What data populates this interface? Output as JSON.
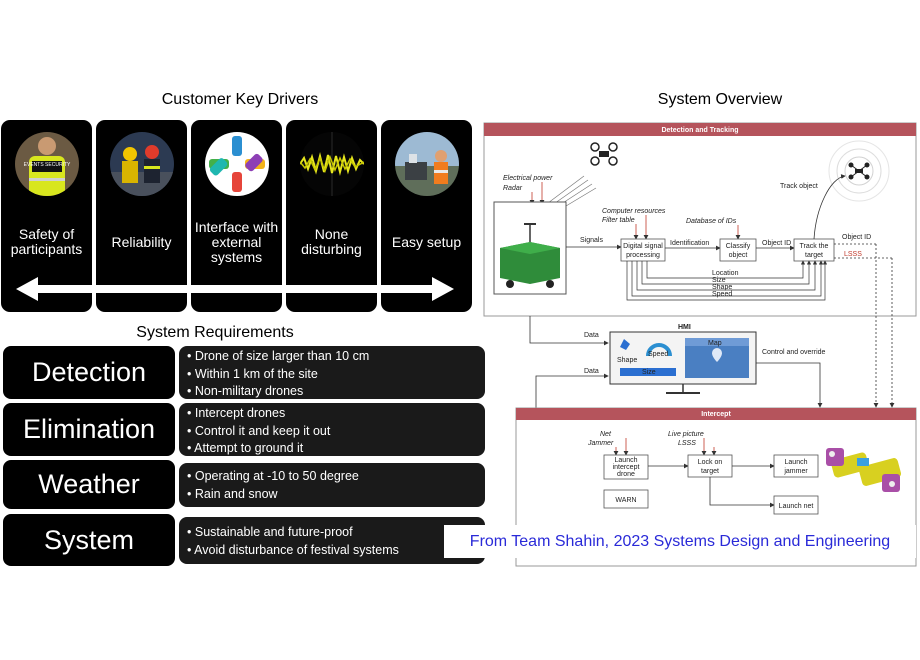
{
  "titles": {
    "drivers": "Customer Key Drivers",
    "overview": "System Overview",
    "requirements": "System Requirements"
  },
  "drivers": [
    {
      "label": "Safety of participants"
    },
    {
      "label": "Reliability"
    },
    {
      "label": "Interface with external systems"
    },
    {
      "label": "None disturbing"
    },
    {
      "label": "Easy setup"
    }
  ],
  "badge": {
    "text": "EVENTS SECURITY"
  },
  "requirements": [
    {
      "name": "Detection",
      "items": [
        "Drone of size larger than 10 cm",
        "Within 1 km of the site",
        "Non-military drones"
      ]
    },
    {
      "name": "Elimination",
      "items": [
        "Intercept drones",
        "Control it and keep it out",
        "Attempt to ground it"
      ]
    },
    {
      "name": "Weather",
      "items": [
        "Operating at -10 to 50 degree",
        "Rain and snow"
      ]
    },
    {
      "name": "System",
      "items": [
        "Sustainable and future-proof",
        "Avoid disturbance of festival systems"
      ]
    }
  ],
  "credit": "From Team Shahin, 2023 Systems Design and Engineering",
  "overview": {
    "detection_header": "Detection and Tracking",
    "electrical_power": "Electrical power",
    "radar": "Radar",
    "computer_resources": "Computer resources",
    "filter_table": "Filter table",
    "database_ids": "Database of IDs",
    "track_object": "Track object",
    "signals": "Signals",
    "identification": "Identification",
    "object_id_1": "Object ID",
    "object_id_2": "Object ID",
    "lsss_top": "LSSS",
    "box_dsp": [
      "Digital signal",
      "processing"
    ],
    "box_classify": [
      "Classify",
      "object"
    ],
    "box_track": [
      "Track the",
      "target"
    ],
    "feedback": [
      "Location",
      "Size",
      "Shape",
      "Speed"
    ],
    "data_1": "Data",
    "data_2": "Data",
    "hmi": "HMI",
    "hmi_shape": "Shape",
    "hmi_speed": "Speed",
    "hmi_map": "Map",
    "hmi_size": "Size",
    "control_override": "Control and override",
    "intercept_header": "Intercept",
    "net": "Net",
    "jammer": "Jammer",
    "live_picture": "Live picture",
    "lsss_bottom": "LSSS",
    "box_launch_drone": [
      "Launch",
      "intercept",
      "drone"
    ],
    "box_lock": [
      "Lock on",
      "target"
    ],
    "box_launch_jammer": [
      "Launch",
      "jammer"
    ],
    "box_warn": "WARN",
    "box_launch_net": "Launch net",
    "colors": {
      "header": "#b5545c",
      "box_border": "#555555",
      "arrow": "#333333"
    }
  }
}
